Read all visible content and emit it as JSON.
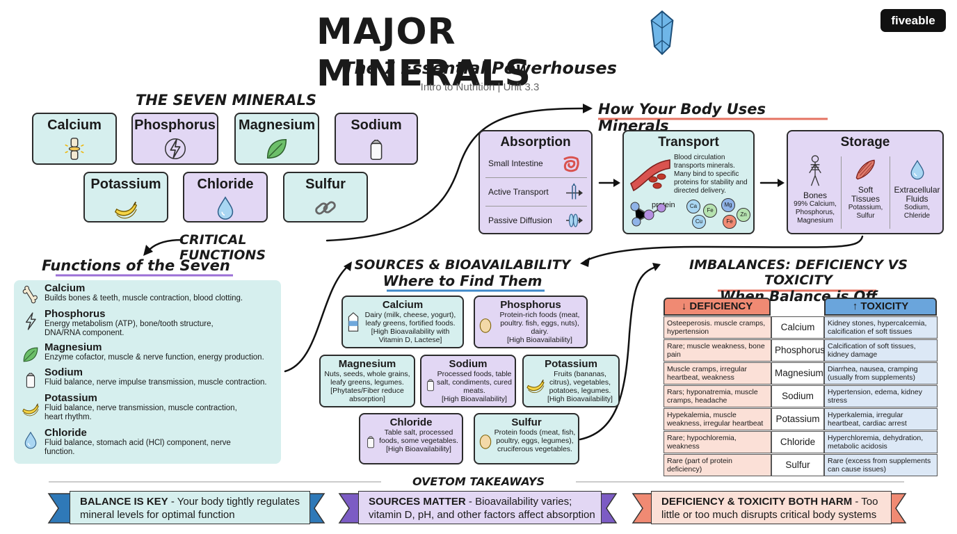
{
  "header": {
    "title": "MAJOR MINERALS",
    "subtitle": "The 7 Essential Powerhouses",
    "course": "Intro to Nutrition | Unit 3.3",
    "logo": "fiveable"
  },
  "seven_minerals": {
    "heading": "THE SEVEN MINERALS",
    "items": [
      {
        "name": "Calcium",
        "icon": "bone-joint-icon"
      },
      {
        "name": "Phosphorus",
        "icon": "lightning-icon"
      },
      {
        "name": "Magnesium",
        "icon": "leaf-icon"
      },
      {
        "name": "Sodium",
        "icon": "salt-shaker-icon"
      },
      {
        "name": "Potassium",
        "icon": "banana-icon"
      },
      {
        "name": "Chloride",
        "icon": "water-drop-icon"
      },
      {
        "name": "Sulfur",
        "icon": "chain-link-icon"
      }
    ]
  },
  "critical_functions_label": "CRITICAL FUNCTIONS",
  "functions": {
    "heading": "Functions of the Seven",
    "items": [
      {
        "name": "Calcium",
        "desc": "Builds bones & teeth, muscle contraction, blood clotting.",
        "icon": "bone-icon"
      },
      {
        "name": "Phosphorus",
        "desc": "Energy metabolism (ATP), bone/tooth structure, DNA/RNA component.",
        "icon": "lightning-icon"
      },
      {
        "name": "Magnesium",
        "desc": "Enzyme cofactor, muscle & nerve function, energy production.",
        "icon": "leaf-icon"
      },
      {
        "name": "Sodium",
        "desc": "Fluid balance, nerve impulse transmission, muscle contraction.",
        "icon": "salt-shaker-icon"
      },
      {
        "name": "Potassium",
        "desc": "Fluid balance, nerve transmission, muscle contraction, heart rhythm.",
        "icon": "banana-icon"
      },
      {
        "name": "Chloride",
        "desc": "Fluid balance, stomach acid (HCl) component, nerve function.",
        "icon": "water-drop-icon"
      }
    ]
  },
  "process": {
    "heading": "How Your Body Uses Minerals",
    "absorption": {
      "title": "Absorption",
      "rows": [
        {
          "label": "Small Intestine",
          "icon": "intestine-icon"
        },
        {
          "label": "Active Transport",
          "icon": "active-transport-icon"
        },
        {
          "label": "Passive Diffusion",
          "icon": "passive-diffusion-icon"
        }
      ]
    },
    "transport": {
      "title": "Transport",
      "desc": "Blood circulation transports minerals. Many bind to specific proteins for stability and directed delivery.",
      "protein_label": "protein",
      "ions": [
        "Ca",
        "Fe",
        "Mg",
        "Zn",
        "Cu",
        "Fe"
      ]
    },
    "storage": {
      "title": "Storage",
      "columns": [
        {
          "name": "Bones",
          "desc": "99% Calcium, Phosphorus, Magnesium",
          "icon": "skeleton-icon"
        },
        {
          "name": "Soft Tissues",
          "desc": "Potassium, Sulfur",
          "icon": "muscle-icon"
        },
        {
          "name": "Extracellular Fluids",
          "desc": "Sodium, Chleride",
          "icon": "water-drop-icon"
        }
      ]
    }
  },
  "sources": {
    "heading_line1": "SOURCES & BIOAVAILABILITY",
    "heading_line2": "Where to Find Them",
    "cards": [
      {
        "name": "Calcium",
        "desc": "Dairy (milk, cheese, yogurt), leafy greens, fortified foods.",
        "note": "[High Bioavailability with Vitamin D, Lactese]",
        "icon": "milk-carton-icon"
      },
      {
        "name": "Phosphorus",
        "desc": "Protein-rich foods (meat, poultry. fish, eggs, nuts), dairy.",
        "note": "[High Bioavailability]",
        "icon": "egg-icon"
      },
      {
        "name": "Magnesium",
        "desc": "Nuts, seeds, whole grains, leafy greens, legumes.",
        "note": "[Phytates/Fiber reduce absorption]",
        "icon": ""
      },
      {
        "name": "Sodium",
        "desc": "Processed foods, table salt, condiments, cured meats.",
        "note": "[High Bioavailability]",
        "icon": "salt-shaker-icon"
      },
      {
        "name": "Potassium",
        "desc": "Fruits (bananas, citrus), vegetables, potatoes, legumes.",
        "note": "[High Bioavailability]",
        "icon": "banana-icon"
      },
      {
        "name": "Chloride",
        "desc": "Table salt, processed foods, some vegetables.",
        "note": "[High Bioavailability]",
        "icon": "salt-shaker-icon"
      },
      {
        "name": "Sulfur",
        "desc": "Protein foods (meat, fish, poultry, eggs, legumes), cruciferous vegetables.",
        "note": "",
        "icon": "egg-icon"
      }
    ]
  },
  "imbalances": {
    "heading_line1": "IMBALANCES: DEFICIENCY VS TOXICITY",
    "heading_line2": "When Balance is Off",
    "deficiency_header": "↓ DEFICIENCY",
    "toxicity_header": "↑ TOXICITY",
    "rows": [
      {
        "mineral": "Calcium",
        "deficiency": "Osteeperosis. muscle cramps, hypertension",
        "toxicity": "Kidney stones, hypercalcemia, calcification ef soft tissues"
      },
      {
        "mineral": "Phosphorus",
        "deficiency": "Rare; muscle weakness, bone pain",
        "toxicity": "Calcification of soft tissues, kidney damage"
      },
      {
        "mineral": "Magnesium",
        "deficiency": "Muscle cramps, irregular heartbeat, weakness",
        "toxicity": "Diarrhea, nausea, cramping (usually from supplements)"
      },
      {
        "mineral": "Sodium",
        "deficiency": "Rars; hyponatremia, muscle cramps, headache",
        "toxicity": "Hypertension, edema, kidney stress"
      },
      {
        "mineral": "Potassium",
        "deficiency": "Hypekalemia, muscle weakness, irregular heartbeat",
        "toxicity": "Hyperkalemia, irregular heartbeat, cardiac arrest"
      },
      {
        "mineral": "Chloride",
        "deficiency": "Rare; hypochloremia, weakness",
        "toxicity": "Hyperchloremia, dehydration, metabolic acidosis"
      },
      {
        "mineral": "Sulfur",
        "deficiency": "Rare (part of protein deficiency)",
        "toxicity": "Rare (excess from supplements can cause issues)"
      }
    ]
  },
  "takeaways": {
    "heading": "OVETOM TAKEAWAYS",
    "items": [
      {
        "bold": "BALANCE IS KEY",
        "text": " - Your body tightly regulates mineral levels for optimal function",
        "color": "#d6efee"
      },
      {
        "bold": "SOURCES MATTER",
        "text": " - Bioavailability varies; vitamin D, pH, and other factors affect absorption",
        "color": "#e2d7f4"
      },
      {
        "bold": "DEFICIENCY & TOXICITY BOTH HARM",
        "text": " - Too little or too much disrupts critical body systems",
        "color": "#fbe0d7"
      }
    ]
  },
  "colors": {
    "teal": "#d6efee",
    "purple": "#e2d7f4",
    "deficiency_red": "#f08a73",
    "toxicity_blue": "#6aa5dc",
    "accent_underline_red": "#e57362",
    "accent_underline_purple": "#9b6fd6",
    "accent_underline_blue": "#3e88c9"
  }
}
